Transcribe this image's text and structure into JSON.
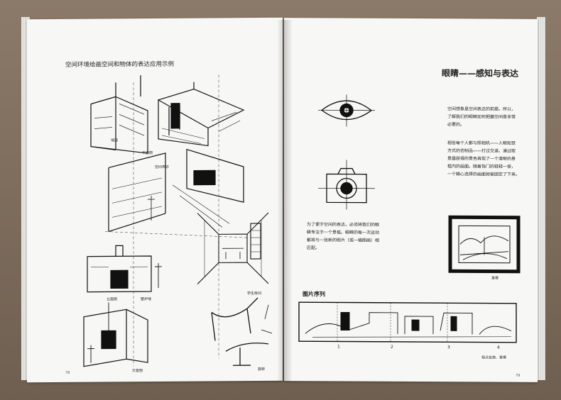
{
  "left_page": {
    "heading": "空间环境绘画空间和物体的表达应用示例",
    "labels": {
      "wall": "墙面",
      "plan": "平面图",
      "space": "空间表达",
      "elevation": "立面图",
      "fireplace": "壁炉墙",
      "student": "学生房间",
      "sketch": "示意图",
      "rotate": "旋转"
    },
    "page_number": "78"
  },
  "right_page": {
    "title": "眼睛——感知与表达",
    "para1": [
      "空间想象是空间表达的前提。所以，",
      "了解我们的眼睛如何把握空间是非常",
      "必要的。"
    ],
    "para2": [
      "相信每个人都与照相机——人眼知觉",
      "方式的仿制品——打过交道。通过取",
      "景器获得的景色再现了一个清晰的景",
      "框内的画面。随着快门的轻轻一按，",
      "一个精心选择的画面就被固定了下来。"
    ],
    "para3": [
      "为了便于空间的表达，必须将我们的眼",
      "睛专注于一个景框。眼睛的每一次运动",
      "都将与一张新的照片（或一幅图画）相",
      "匹配。"
    ],
    "frame_caption": "景框",
    "sequence_title": "图片序列",
    "sequence_numbers": [
      "1",
      "2",
      "3",
      "4"
    ],
    "sequence_caption": "视点变换、景框",
    "page_number": "79"
  }
}
